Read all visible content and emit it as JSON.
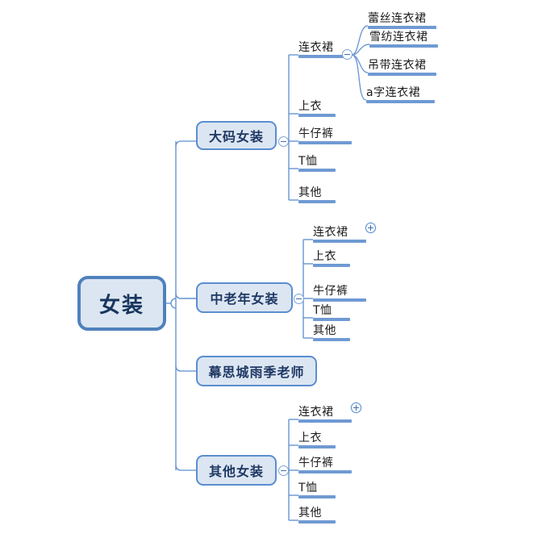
{
  "diagram": {
    "type": "mind-map",
    "title": "女装",
    "colors": {
      "node_fill": "#dce6f2",
      "node_border": "#5b8dd0",
      "root_border": "#4f81bd",
      "leaf_rule": "#6f9ad3",
      "text": "#1f3864",
      "leaf_text": "#1a1a1a",
      "background": "#ffffff"
    },
    "root": {
      "label": "女装"
    },
    "branches": [
      {
        "label": "大码女装",
        "toggle": "minus",
        "toggle_icon_name": "collapse-minus-icon",
        "children": [
          {
            "label": "连衣裙",
            "toggle": "minus",
            "toggle_icon_name": "collapse-minus-icon",
            "children": [
              {
                "label": "蕾丝连衣裙"
              },
              {
                "label": "雪纺连衣裙"
              },
              {
                "label": "吊带连衣裙"
              },
              {
                "label": "a字连衣裙"
              }
            ]
          },
          {
            "label": "上衣"
          },
          {
            "label": "牛仔裤"
          },
          {
            "label": "T恤"
          },
          {
            "label": "其他"
          }
        ]
      },
      {
        "label": "中老年女装",
        "toggle": "minus",
        "toggle_icon_name": "collapse-minus-icon",
        "children": [
          {
            "label": "连衣裙",
            "toggle": "plus",
            "toggle_icon_name": "expand-plus-icon"
          },
          {
            "label": "上衣"
          },
          {
            "label": "牛仔裤"
          },
          {
            "label": "T恤"
          },
          {
            "label": "其他"
          }
        ]
      },
      {
        "label": "幕思城雨季老师",
        "toggle": null,
        "children": []
      },
      {
        "label": "其他女装",
        "toggle": "minus",
        "toggle_icon_name": "collapse-minus-icon",
        "children": [
          {
            "label": "连衣裙",
            "toggle": "plus",
            "toggle_icon_name": "expand-plus-icon"
          },
          {
            "label": "上衣"
          },
          {
            "label": "牛仔裤"
          },
          {
            "label": "T恤"
          },
          {
            "label": "其他"
          }
        ]
      }
    ]
  }
}
